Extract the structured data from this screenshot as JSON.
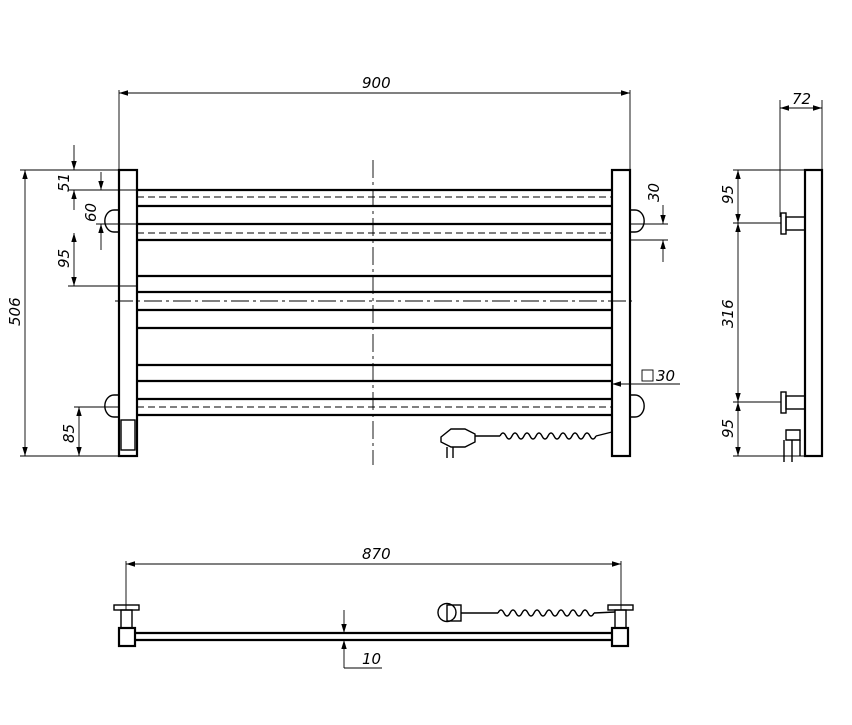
{
  "dimensions": {
    "front_width": "900",
    "front_height": "506",
    "top_offset": "51",
    "bar_spacing": "60",
    "bracket_offset": "95",
    "bottom_offset": "85",
    "tube_size": "30",
    "collector_profile": "30",
    "side_depth": "72",
    "side_top": "95",
    "side_mount_spacing": "316",
    "side_bottom": "95",
    "plan_width": "870",
    "plan_offset": "10"
  }
}
